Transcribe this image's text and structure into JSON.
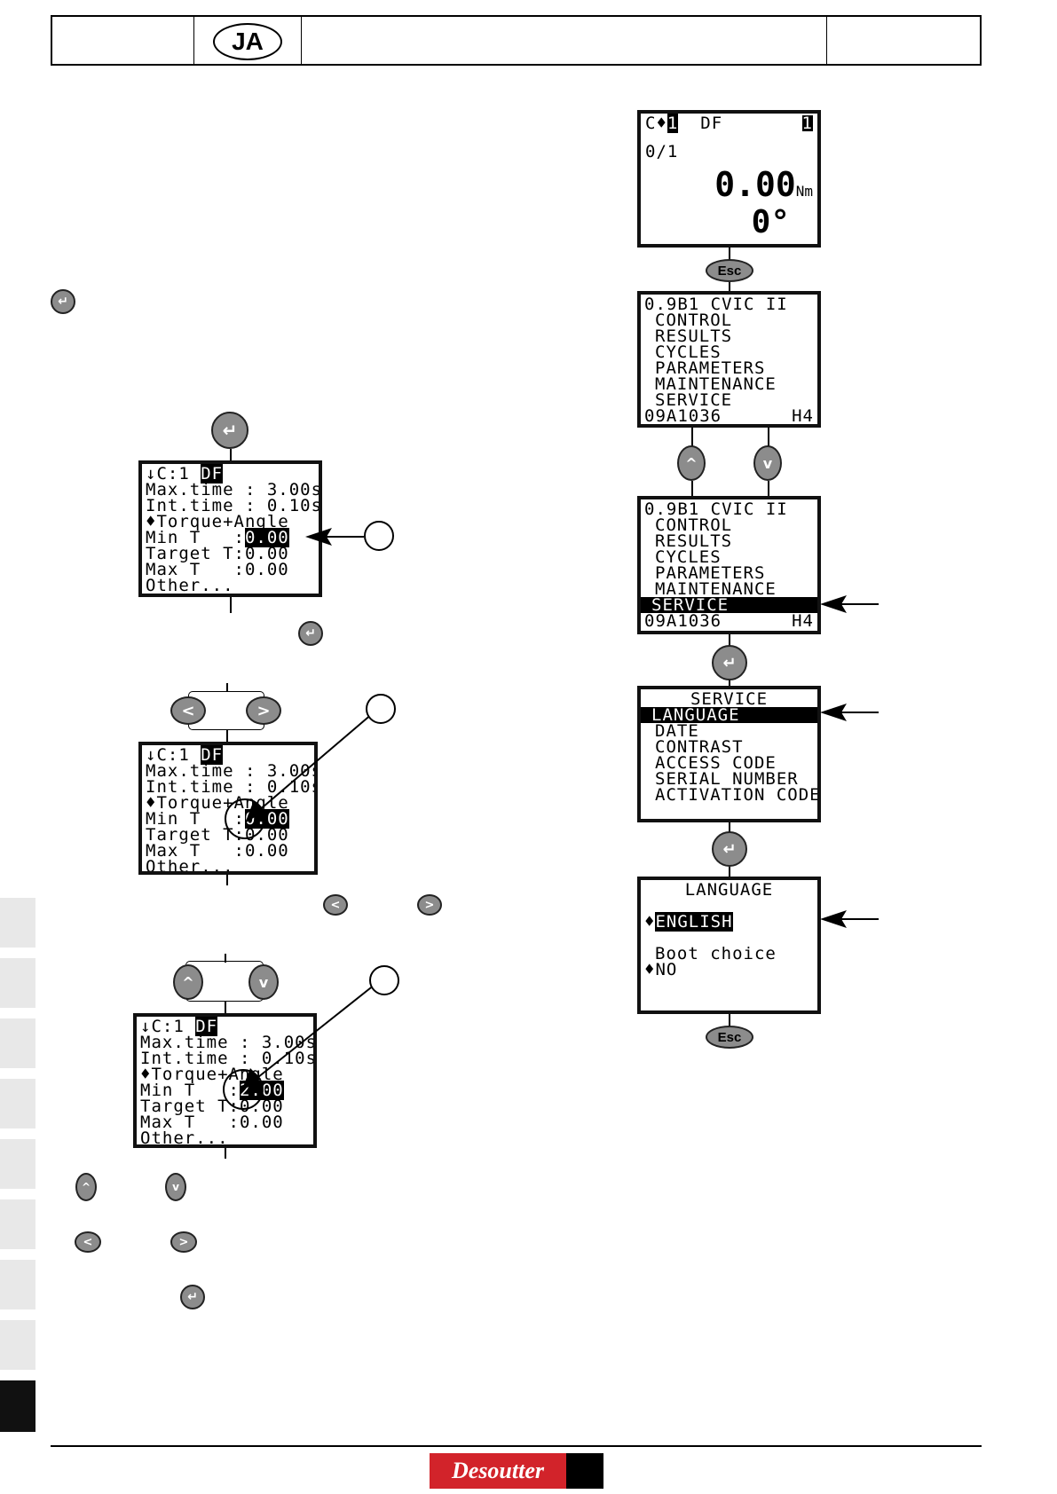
{
  "header": {
    "lang_badge": "JA"
  },
  "screen_home": {
    "row1_left": "C",
    "row1_c": "1",
    "row1_mid": "DF",
    "row1_right": "1",
    "count": "0/1",
    "torque": "0.00",
    "torque_unit": "Nm",
    "angle": "0°"
  },
  "menu": {
    "version": "0.9B1 CVIC II",
    "items": [
      "CONTROL",
      "RESULTS",
      "CYCLES",
      "PARAMETERS",
      "MAINTENANCE",
      "SERVICE"
    ],
    "footer_left": "09A1036",
    "footer_right": "H4"
  },
  "service_menu": {
    "title": "SERVICE",
    "items": [
      "LANGUAGE",
      "DATE",
      "CONTRAST",
      "ACCESS CODE",
      "SERIAL NUMBER",
      "ACTIVATION CODE"
    ]
  },
  "language_screen": {
    "title": "LANGUAGE",
    "selected": "ENGLISH",
    "boot_label": "Boot choice",
    "boot_value": "NO"
  },
  "param_screen": {
    "line1_a": "↓C:1 ",
    "line1_b": "DF",
    "max_time": "Max.time : 3.00s",
    "int_time": "Int.time : 0.10s",
    "strategy": "♦Torque+Angle",
    "min_t_label": "Min T   :",
    "min_t_value": "0.00",
    "min_t_value_edit": "2.00",
    "target_t": "Target T:0.00",
    "max_t": "Max T   :0.00",
    "other": "Other..."
  },
  "keys": {
    "esc": "Esc"
  },
  "footer": {
    "brand": "Desoutter"
  }
}
